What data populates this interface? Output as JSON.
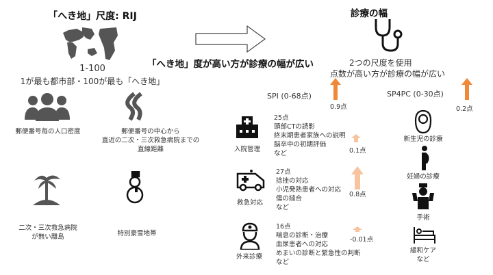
{
  "left": {
    "title": "「へき地」尺度: RIJ",
    "range": "1-100",
    "range_desc": "1が最も都市部・100が最も「へき地」",
    "factors": [
      {
        "icon": "people-icon",
        "label": [
          "郵便番号毎の人口密度"
        ]
      },
      {
        "icon": "road-icon",
        "label": [
          "郵便番号の中心から",
          "直近の二次・三次救急病院までの",
          "直線距離"
        ]
      },
      {
        "icon": "palm-island-icon",
        "label": [
          "二次・三次救急病院",
          "が無い離島"
        ]
      },
      {
        "icon": "snowman-icon",
        "label": [
          "特別豪雪地帯"
        ]
      }
    ]
  },
  "middle": {
    "conclusion": "「へき地」度が高い方が診療の幅が広い"
  },
  "right": {
    "title": "診療の幅",
    "desc1": "2つの尺度を使用",
    "desc2": "点数が高い方が診療の幅が広い",
    "spi": {
      "label": "SPI (0-68点)",
      "effect": "0.9点",
      "domains": [
        {
          "icon": "hospital-icon",
          "label": "入院管理",
          "lines": [
            "25点",
            "頭部CTの読影",
            "終末期患者家族への説明",
            "脳卒中の初期評価",
            "など"
          ],
          "effect": "0.1点"
        },
        {
          "icon": "ambulance-icon",
          "label": "救急対応",
          "lines": [
            "27点",
            "捻挫の対応",
            "小児発熱患者への対応",
            "傷の縫合",
            "など"
          ],
          "effect": "0.8点"
        },
        {
          "icon": "doctor-icon",
          "label": "外来診療",
          "lines": [
            "16点",
            "喘息の診断・治療",
            "血尿患者への対応",
            "めまいの診断と緊急性の判断",
            "など"
          ],
          "effect": "-0.01点"
        }
      ]
    },
    "sp4pc": {
      "label": "SP4PC (0-30点)",
      "effect": "0.2点",
      "items": [
        "新生児の診療",
        "妊婦の診療",
        "手術",
        "緩和ケア",
        "など"
      ]
    }
  },
  "colors": {
    "arrow_strong": "#f0883a",
    "arrow_light": "#f8c4a0",
    "icon": "#555555"
  }
}
